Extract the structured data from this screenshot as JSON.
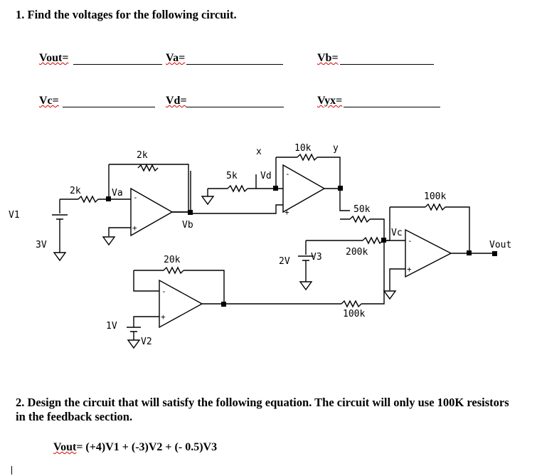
{
  "q1": {
    "title": "1. Find the voltages for the following circuit."
  },
  "answers": [
    {
      "label": "Vout="
    },
    {
      "label": "Va="
    },
    {
      "label": "Vb="
    },
    {
      "label": "Vc="
    },
    {
      "label": "Vd="
    },
    {
      "label": "Vyx="
    }
  ],
  "circuit": {
    "labels": {
      "r_in_a": "2k",
      "r_fb_a": "2k",
      "node_a": "Va",
      "node_b": "Vb",
      "src_v1": "V1",
      "v1_value": "3V",
      "r_5k": "5k",
      "node_d": "Vd",
      "node_x": "x",
      "r_10k": "10k",
      "node_y": "y",
      "r_50k": "50k",
      "r_100k_top": "100k",
      "node_c": "Vc",
      "vout": "Vout",
      "r_200k": "200k",
      "src_v3_value": "2V",
      "src_v3": "V3",
      "r_20k": "20k",
      "src_v2_value": "1V",
      "src_v2": "V2",
      "r_100k_bottom": "100k",
      "minus": "-",
      "plus": "+"
    }
  },
  "q2": {
    "text": "2. Design the circuit that will satisfy the following equation. The circuit will only use 100K resistors in the feedback section.",
    "eq_prefix": "Vout",
    "eq_rest": "= (+4)V1 + (-3)V2 + (- 0.5)V3"
  }
}
